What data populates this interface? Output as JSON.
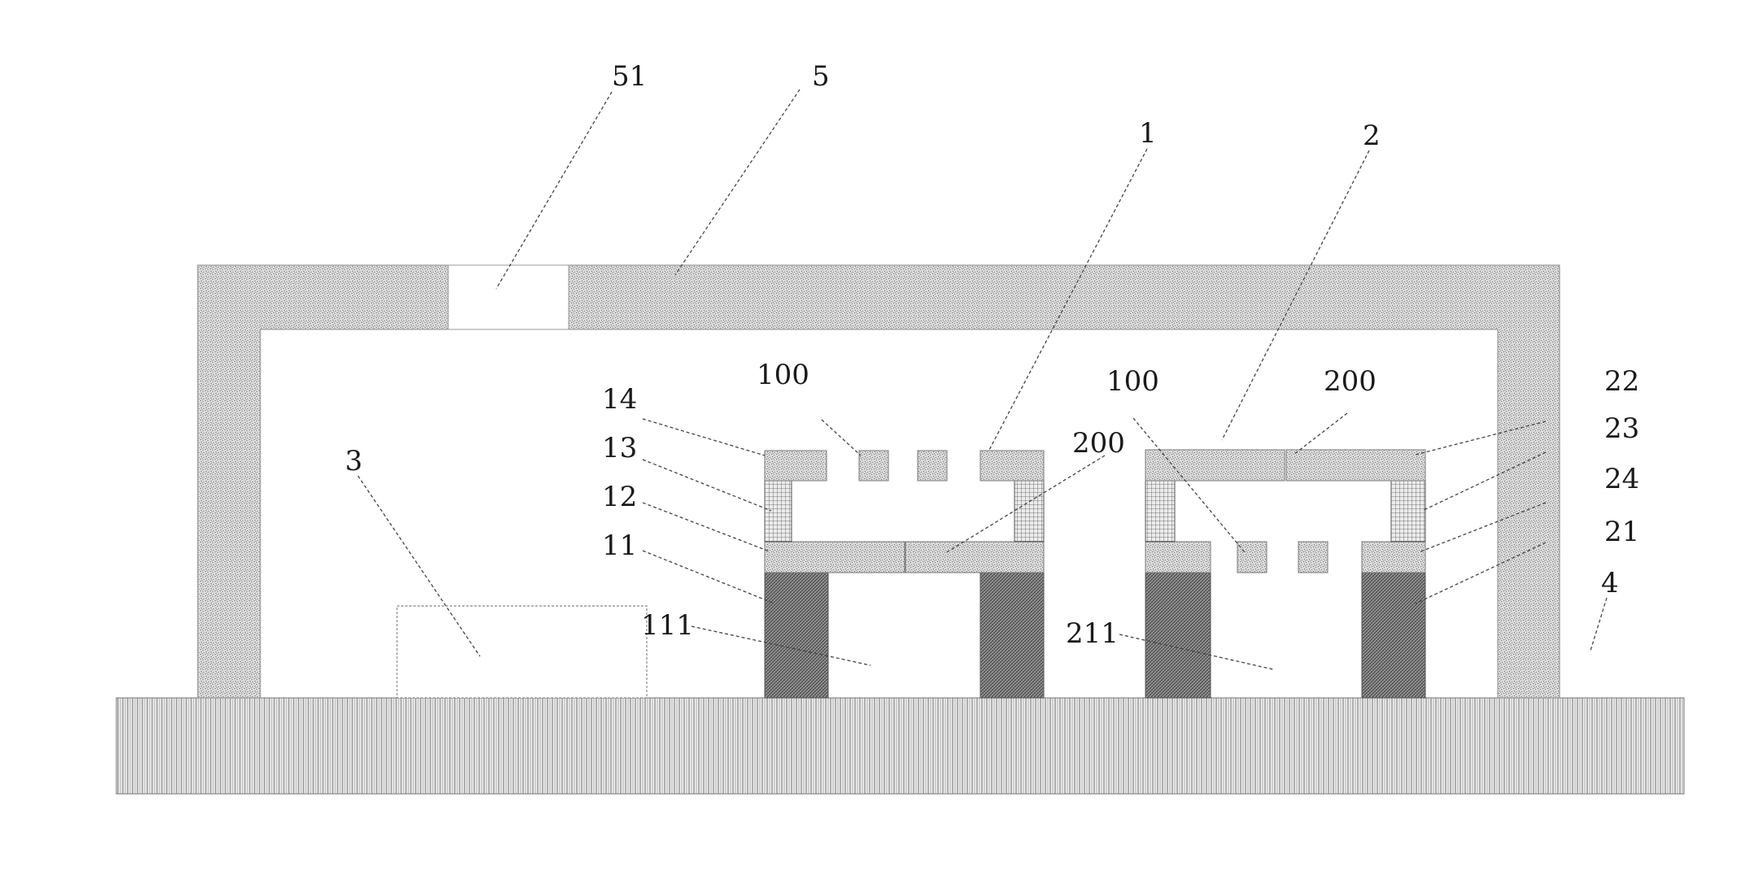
{
  "diagram": {
    "labels": {
      "l51": "51",
      "l5": "5",
      "l1": "1",
      "l2": "2",
      "l3": "3",
      "l4": "4",
      "l14": "14",
      "l13": "13",
      "l12": "12",
      "l11": "11",
      "l111": "111",
      "l100a": "100",
      "l200a": "200",
      "l100b": "100",
      "l200b": "200",
      "l22": "22",
      "l23": "23",
      "l24": "24",
      "l21": "21",
      "l211": "211"
    }
  }
}
